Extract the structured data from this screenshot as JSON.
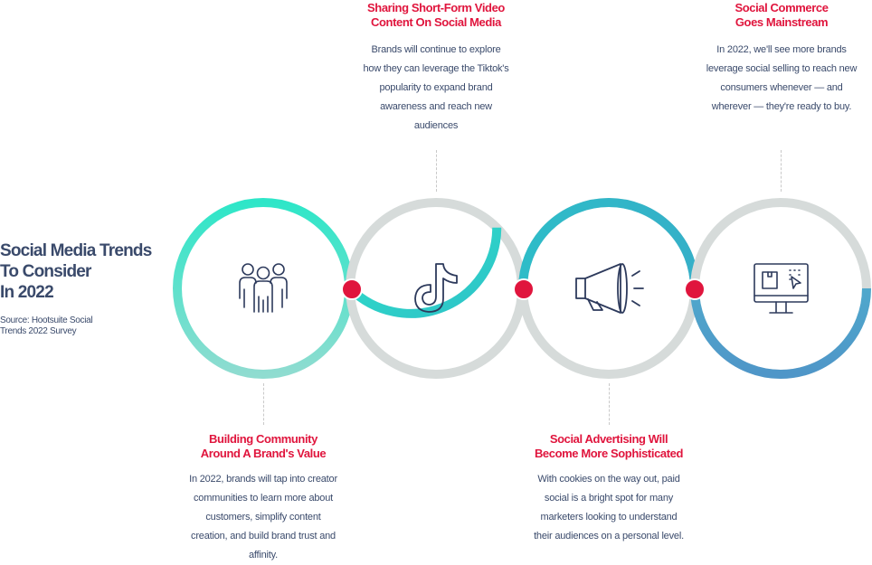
{
  "intro": {
    "title_lines": [
      "Social Media Trends",
      "To Consider",
      "In 2022"
    ],
    "source_lines": [
      "Source: Hootsuite Social",
      "Trends 2022 Survey"
    ]
  },
  "trends": [
    {
      "icon": "community-people-icon",
      "heading_lines": [
        "Building Community",
        "Around A Brand's Value"
      ],
      "body_lines": [
        "In 2022, brands will tap into creator",
        "communities to learn more about",
        "customers, simplify content",
        "creation, and build brand trust and",
        "affinity."
      ]
    },
    {
      "icon": "tiktok-icon",
      "heading_lines": [
        "Sharing Short-Form Video",
        "Content On Social Media"
      ],
      "body_lines": [
        "Brands will continue to explore",
        "how they can leverage the Tiktok's",
        "popularity to expand brand",
        "awareness and reach new",
        "audiences"
      ]
    },
    {
      "icon": "megaphone-icon",
      "heading_lines": [
        "Social Advertising Will",
        "Become More Sophisticated"
      ],
      "body_lines": [
        "With cookies on the way out, paid",
        "social is a bright spot for many",
        "marketers looking to understand",
        "their audiences on a personal level."
      ]
    },
    {
      "icon": "shopping-monitor-icon",
      "heading_lines": [
        "Social Commerce",
        "Goes Mainstream"
      ],
      "body_lines": [
        "In 2022, we'll see more brands",
        "leverage social selling to reach new",
        "consumers whenever — and",
        "wherever — they're ready to buy."
      ]
    }
  ],
  "colors": {
    "title": "#3a4a6b",
    "heading": "#e0153d",
    "body": "#3a4a6b",
    "icon_stroke": "#2d3a5c",
    "connector_dot": "#e0153d",
    "ring_track": "#d6dbda",
    "ring_teal_bright": "#2ee6c8",
    "ring_teal": "#2ec8c8",
    "ring_cyan": "#30b4c8",
    "ring_blue": "#4f9fcb"
  }
}
